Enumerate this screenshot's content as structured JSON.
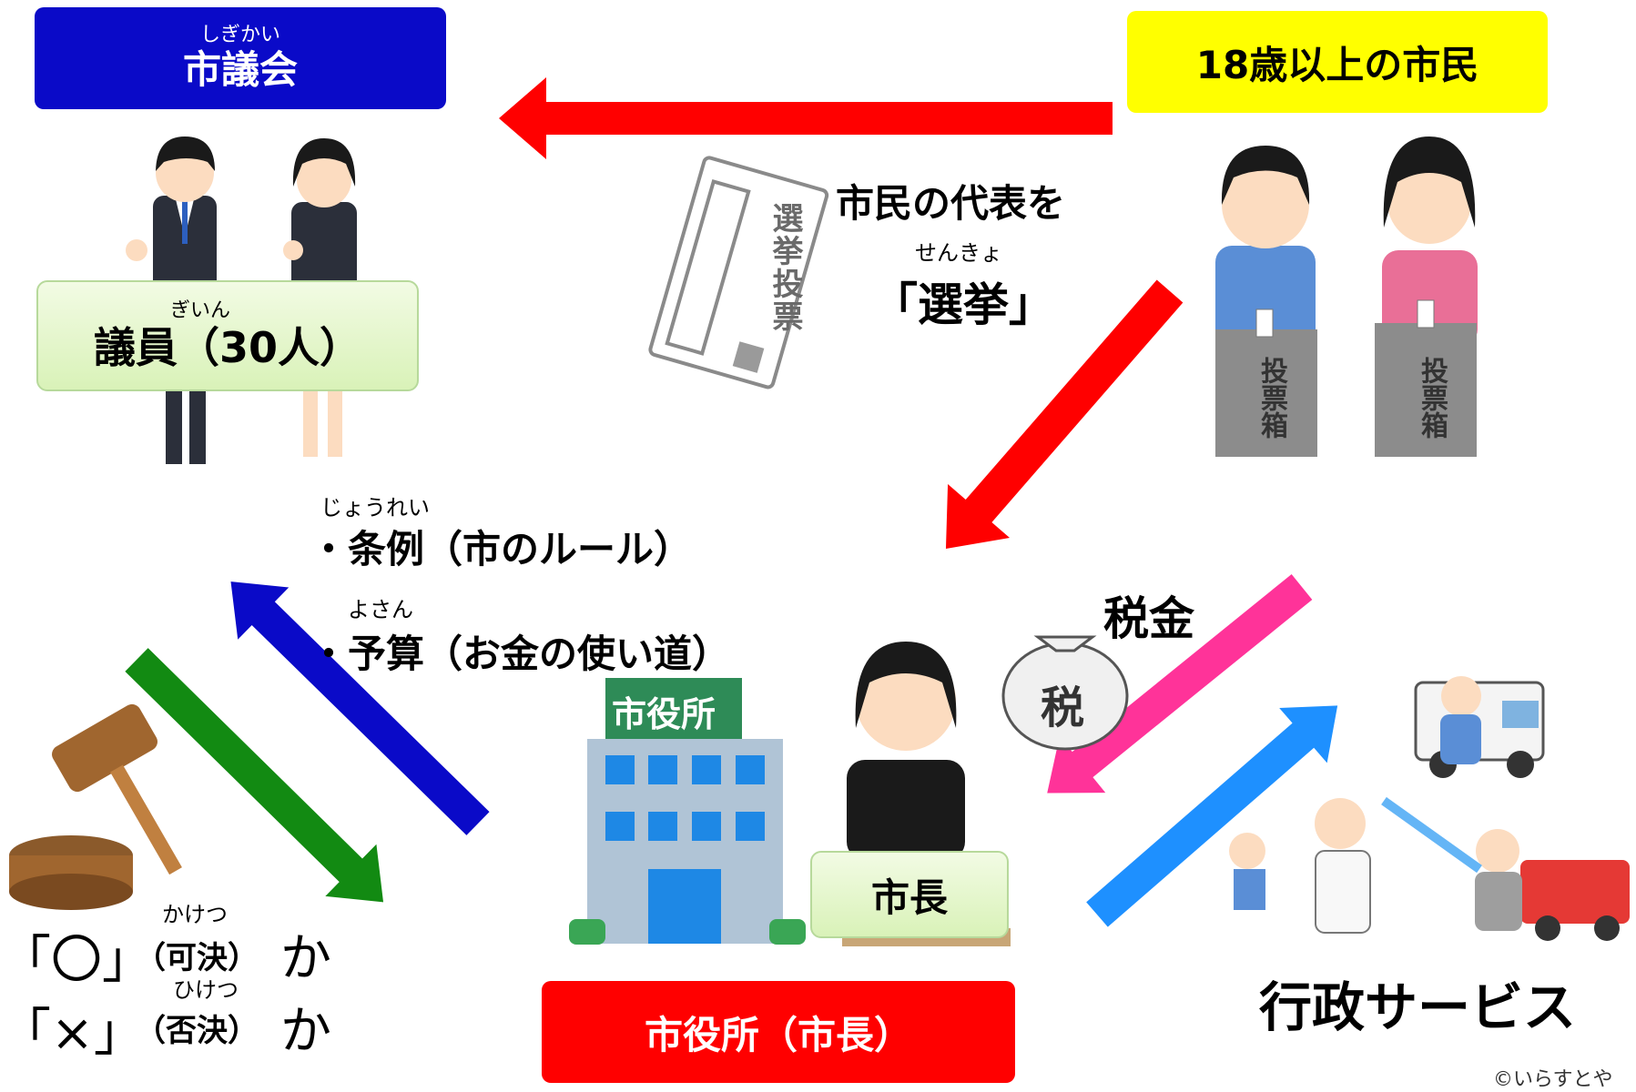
{
  "council": {
    "ruby": "しぎかい",
    "title": "市議会"
  },
  "citizens": {
    "title": "18歳以上の市民"
  },
  "members": {
    "ruby": "ぎいん",
    "label": "議員（30人）"
  },
  "election": {
    "line1": "市民の代表を",
    "ruby": "せんきょ",
    "line2": "「選挙」"
  },
  "ballot": {
    "text": "選挙投票"
  },
  "ballot_box": {
    "text": "投票箱"
  },
  "ordinance": {
    "ruby": "じょうれい",
    "text": "・条例（市のルール）"
  },
  "budget": {
    "ruby": "よさん",
    "text": "・予算（お金の使い道）"
  },
  "city_hall_sign": {
    "text": "市役所"
  },
  "mayor": {
    "label": "市長"
  },
  "office": {
    "title": "市役所（市長）"
  },
  "tax": {
    "label": "税金",
    "bag_text": "税"
  },
  "services": {
    "label": "行政サービス"
  },
  "vote": {
    "ruby_pass": "かけつ",
    "line_pass": "「〇」",
    "paren_pass": "（可決）",
    "ka1": "か",
    "ruby_reject": "ひけつ",
    "line_reject": "「×」",
    "paren_reject": "（否決）",
    "ka2": "か"
  },
  "credit": {
    "text": "©いらすとや"
  },
  "colors": {
    "council_blue": "#0a0ac8",
    "citizen_yellow": "#ffff00",
    "office_red": "#ff0000",
    "arrow_red": "#ff0000",
    "arrow_blue": "#0a0ac8",
    "arrow_green": "#128a12",
    "arrow_pink": "#ff3399",
    "arrow_sky": "#1e90ff"
  }
}
